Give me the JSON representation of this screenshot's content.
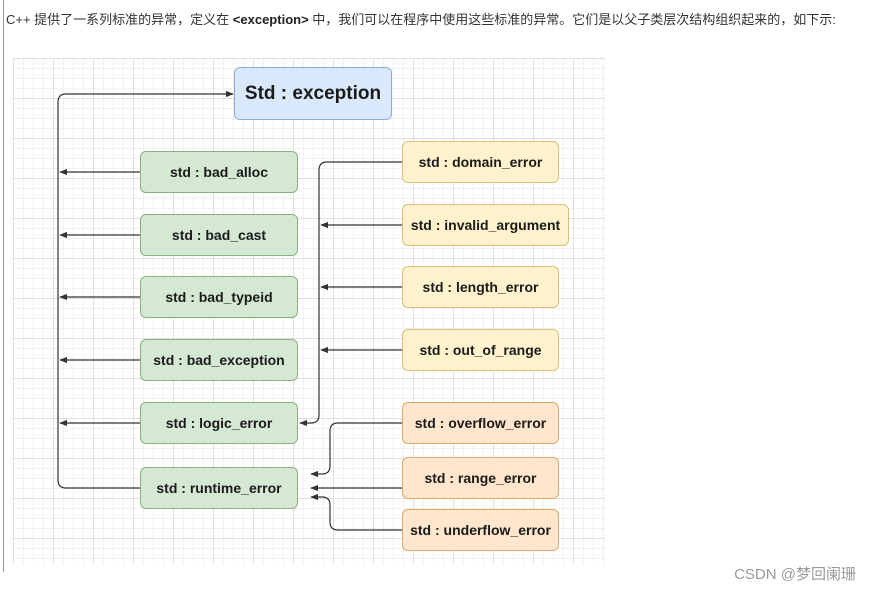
{
  "intro": {
    "part1": "C++ 提供了一系列标准的异常，定义在 ",
    "bold": "<exception>",
    "part2": " 中，我们可以在程序中使用这些标准的异常。它们是以父子类层次结构组织起来的，如下示:"
  },
  "diagram": {
    "root": "Std : exception",
    "green": [
      "std : bad_alloc",
      "std : bad_cast",
      "std : bad_typeid",
      "std : bad_exception",
      "std : logic_error",
      "std : runtime_error"
    ],
    "logic_children": [
      "std : domain_error",
      "std : invalid_argument",
      "std : length_error",
      "std : out_of_range"
    ],
    "runtime_children": [
      "std : overflow_error",
      "std : range_error",
      "std : underflow_error"
    ]
  },
  "colors": {
    "root_fill": "#dae8fc",
    "green_fill": "#d5e8d4",
    "yellow_fill": "#fff2cc",
    "orange_fill": "#ffe6cc",
    "line": "#333333"
  },
  "watermark": "CSDN @梦回阑珊"
}
